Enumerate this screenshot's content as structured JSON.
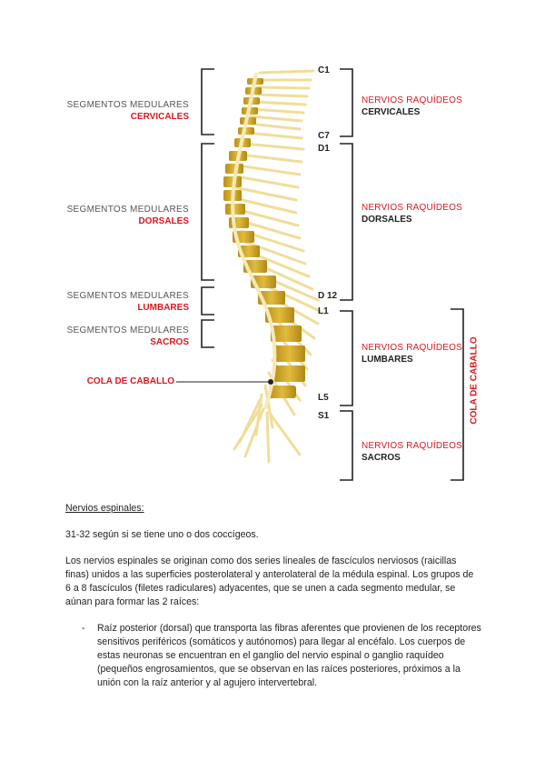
{
  "figure": {
    "left_labels": [
      {
        "gray": "SEGMENTOS MEDULARES",
        "red": "CERVICALES"
      },
      {
        "gray": "SEGMENTOS MEDULARES",
        "red": "DORSALES"
      },
      {
        "gray": "SEGMENTOS MEDULARES",
        "red": "LUMBARES"
      },
      {
        "gray": "SEGMENTOS MEDULARES",
        "red": "SACROS"
      }
    ],
    "cola_label": "COLA DE CABALLO",
    "vertebra_labels": [
      "C1",
      "C7",
      "D1",
      "D 12",
      "L1",
      "L5",
      "S1"
    ],
    "right_labels": [
      {
        "red": "NERVIOS RAQUÍDEOS",
        "black": "CERVICALES"
      },
      {
        "red": "NERVIOS RAQUÍDEOS",
        "black": "DORSALES"
      },
      {
        "red": "NERVIOS RAQUÍDEOS",
        "black": "LUMBARES"
      },
      {
        "red": "NERVIOS RAQUÍDEOS",
        "black": "SACROS"
      }
    ],
    "cola_vertical": "COLA DE CABALLO",
    "colors": {
      "accent": "#d71920",
      "bone": "#c9a227",
      "nerve": "#f3e4a8"
    }
  },
  "text": {
    "heading": "Nervios espinales:",
    "count": "31-32 según si se tiene uno o dos coccígeos.",
    "paragraph": "Los nervios espinales se originan como dos series lineales de fascículos nerviosos (raicillas finas) unidos a las superficies posterolateral y anterolateral de la médula espinal. Los grupos de 6 a 8 fascículos (filetes radiculares) adyacentes, que se unen a cada segmento medular, se aúnan para formar las 2 raíces:",
    "bullet_marker": "-",
    "bullets": [
      "Raíz posterior (dorsal) que transporta las fibras aferentes que provienen de los receptores sensitivos periféricos (somáticos y autónomos) para llegar al encéfalo. Los cuerpos de estas neuronas se encuentran en el ganglio del nervio espinal o ganglio raquídeo (pequeños engrosamientos, que se observan en las raíces posteriores, próximos a la unión con la raíz anterior y al agujero intervertebral."
    ]
  }
}
